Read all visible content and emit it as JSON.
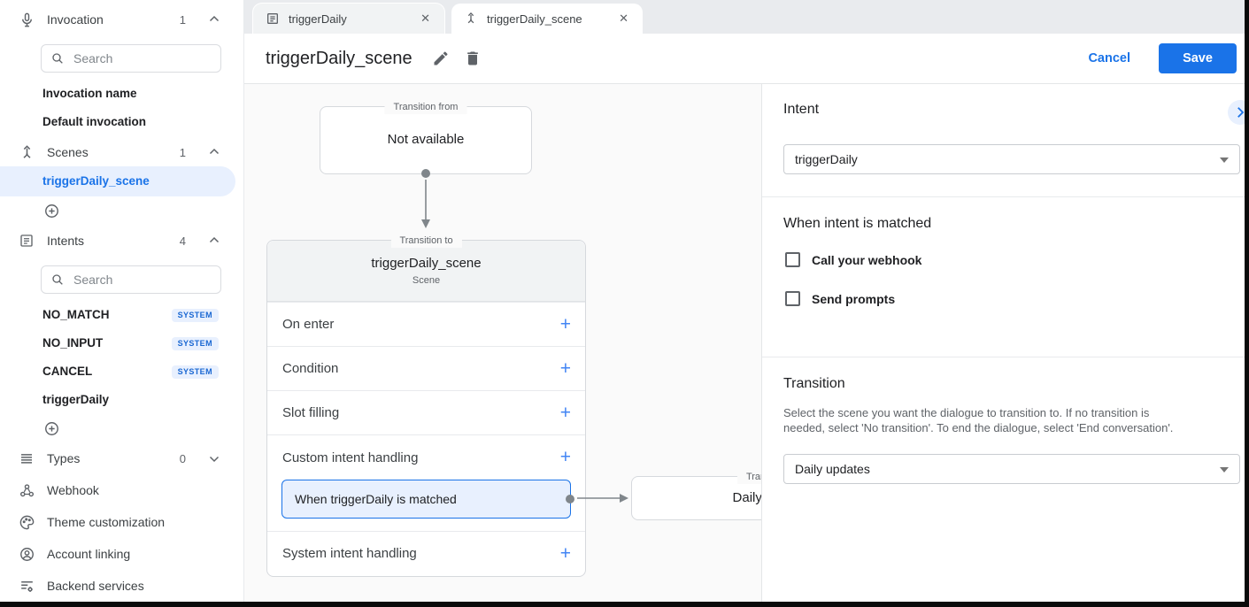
{
  "colors": {
    "accent": "#1a73e8",
    "selection_bg": "#e8f0fe",
    "badge_bg": "#e8f0fe",
    "badge_text": "#1967d2",
    "canvas_bg": "#fafafa",
    "chip_border": "#1a73e8"
  },
  "sidebar": {
    "invocation": {
      "label": "Invocation",
      "count": "1",
      "search_placeholder": "Search",
      "items": [
        {
          "label": "Invocation name"
        },
        {
          "label": "Default invocation"
        }
      ]
    },
    "scenes": {
      "label": "Scenes",
      "count": "1",
      "selected_item": "triggerDaily_scene"
    },
    "intents": {
      "label": "Intents",
      "count": "4",
      "search_placeholder": "Search",
      "items": [
        {
          "label": "NO_MATCH",
          "badge": "SYSTEM"
        },
        {
          "label": "NO_INPUT",
          "badge": "SYSTEM"
        },
        {
          "label": "CANCEL",
          "badge": "SYSTEM"
        },
        {
          "label": "triggerDaily",
          "badge": ""
        }
      ]
    },
    "types": {
      "label": "Types",
      "count": "0"
    },
    "nav": [
      {
        "label": "Webhook"
      },
      {
        "label": "Theme customization"
      },
      {
        "label": "Account linking"
      },
      {
        "label": "Backend services"
      }
    ]
  },
  "tabs": [
    {
      "label": "triggerDaily"
    },
    {
      "label": "triggerDaily_scene"
    }
  ],
  "header": {
    "title": "triggerDaily_scene",
    "cancel": "Cancel",
    "save": "Save"
  },
  "canvas": {
    "transition_from": {
      "legend": "Transition from",
      "content": "Not available"
    },
    "scene_card": {
      "legend": "Transition to",
      "title": "triggerDaily_scene",
      "subtitle": "Scene",
      "rows": [
        {
          "label": "On enter"
        },
        {
          "label": "Condition"
        },
        {
          "label": "Slot filling"
        },
        {
          "label": "Custom intent handling"
        },
        {
          "label": "System intent handling"
        }
      ],
      "chip": "When triggerDaily is matched",
      "add_label": "+"
    },
    "target_card": {
      "legend": "Transition to",
      "title": "Daily updates"
    }
  },
  "panel": {
    "intent": {
      "heading": "Intent",
      "value": "triggerDaily"
    },
    "matched": {
      "heading": "When intent is matched",
      "checkboxes": [
        {
          "label": "Call your webhook",
          "checked": false
        },
        {
          "label": "Send prompts",
          "checked": false
        }
      ]
    },
    "transition": {
      "heading": "Transition",
      "description": "Select the scene you want the dialogue to transition to. If no transition is needed, select 'No transition'. To end the dialogue, select 'End conversation'.",
      "value": "Daily updates"
    }
  }
}
